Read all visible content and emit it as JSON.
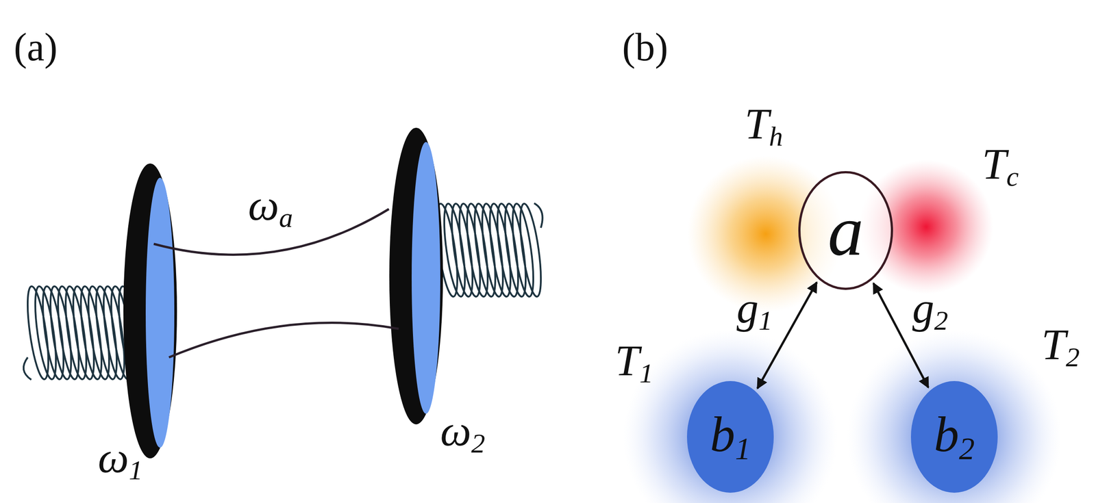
{
  "diagram": {
    "nodes": [
      {
        "text": [
          "a"
        ]
      },
      {
        "text": [
          "b1"
        ]
      },
      {
        "text": [
          "b2"
        ]
      }
    ],
    "edges": [
      {
        "from": 0,
        "to": 1,
        "arrow": "both",
        "label": "g1"
      },
      {
        "from": 0,
        "to": 2,
        "arrow": "both",
        "label": "g2"
      }
    ],
    "labels": [
      "(a)",
      "(b)",
      "ωa",
      "ω1",
      "ω2",
      "Th",
      "Tc",
      "T1",
      "T2"
    ]
  }
}
